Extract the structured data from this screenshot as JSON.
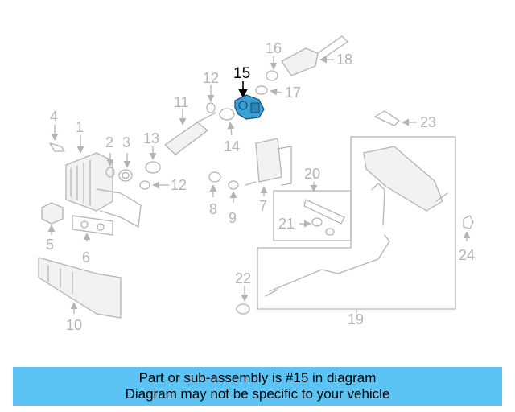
{
  "diagram": {
    "highlight_color": "#3aa0d8",
    "line_color": "#b4b4b4",
    "callouts": {
      "c1": "1",
      "c2": "2",
      "c3": "3",
      "c4": "4",
      "c5": "5",
      "c6": "6",
      "c7": "7",
      "c8": "8",
      "c9": "9",
      "c10": "10",
      "c11": "11",
      "c12a": "12",
      "c12b": "12",
      "c13": "13",
      "c14": "14",
      "c15": "15",
      "c16": "16",
      "c17": "17",
      "c18": "18",
      "c19": "19",
      "c20": "20",
      "c21": "21",
      "c22": "22",
      "c23": "23",
      "c24": "24"
    }
  },
  "banner": {
    "color": "#5bc4f5",
    "line1": "Part or sub-assembly is #15 in diagram",
    "line2": "Diagram may not be specific to your vehicle"
  }
}
